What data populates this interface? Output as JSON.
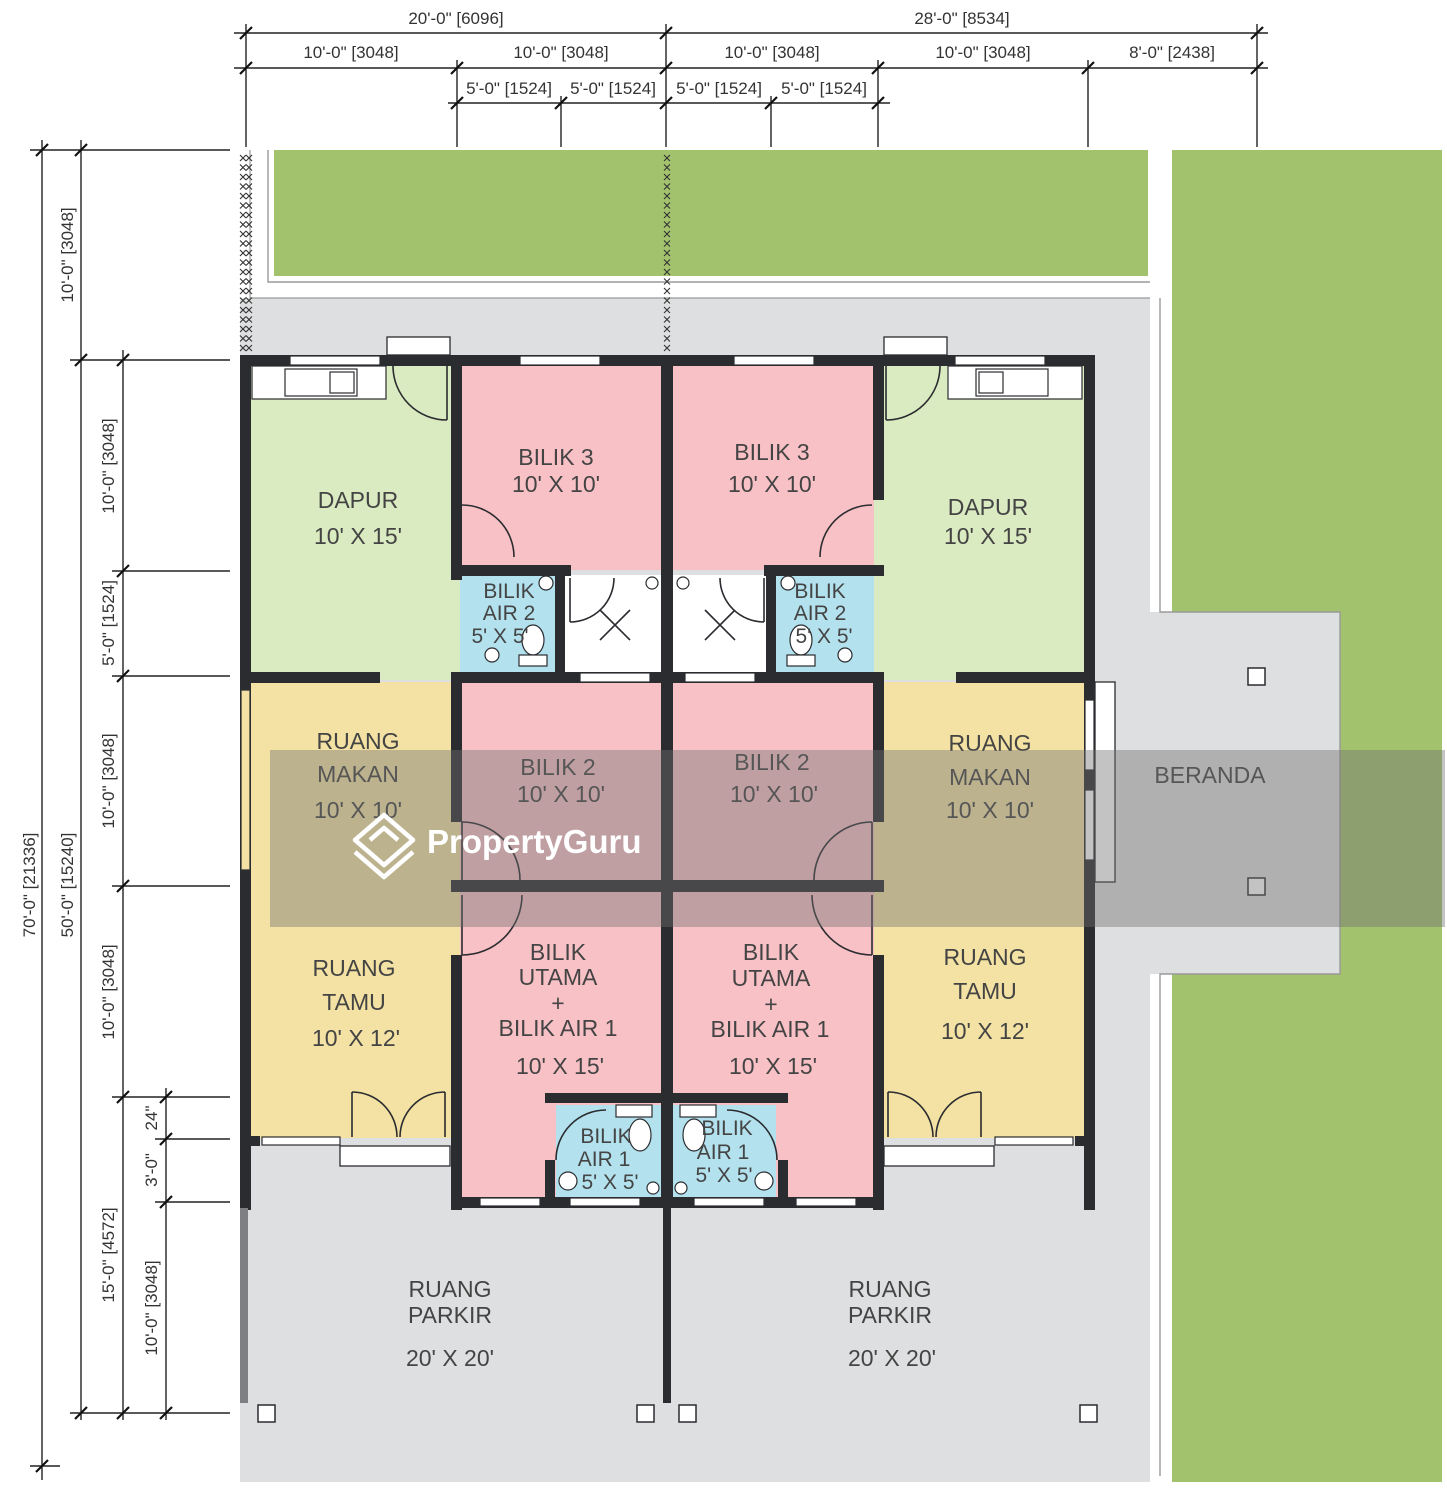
{
  "dimensions": {
    "top_row1": [
      "20'-0\" [6096]",
      "28'-0\" [8534]"
    ],
    "top_row2": [
      "10'-0\" [3048]",
      "10'-0\" [3048]",
      "10'-0\" [3048]",
      "10'-0\" [3048]",
      "8'-0\" [2438]"
    ],
    "top_row3": [
      "5'-0\" [1524]",
      "5'-0\" [1524]",
      "5'-0\" [1524]",
      "5'-0\" [1524]"
    ],
    "left_total": "70'-0\" [21336]",
    "left_house": "50'-0\" [15240]",
    "left_garden": "10'-0\" [3048]",
    "left_parts": [
      "10'-0\" [3048]",
      "5'-0\" [1524]",
      "10'-0\" [3048]",
      "10'-0\" [3048]",
      "15'-0\" [4572]"
    ],
    "left_small": [
      "24\"",
      "3'-0\"",
      "10'-0\" [3048]"
    ]
  },
  "rooms": {
    "dapur_left": [
      "DAPUR",
      "10' X 15'"
    ],
    "dapur_right": [
      "DAPUR",
      "10' X 15'"
    ],
    "bilik3_left": [
      "BILIK 3",
      "10' X 10'"
    ],
    "bilik3_right": [
      "BILIK 3",
      "10' X 10'"
    ],
    "bilikair2_left": [
      "BILIK",
      "AIR 2",
      "5' X 5'"
    ],
    "bilikair2_right": [
      "BILIK",
      "AIR 2",
      "5' X 5'"
    ],
    "makan_left": [
      "RUANG",
      "MAKAN",
      "10' X 10'"
    ],
    "makan_right": [
      "RUANG",
      "MAKAN",
      "10' X 10'"
    ],
    "bilik2_left": [
      "BILIK 2",
      "10' X 10'"
    ],
    "bilik2_right": [
      "BILIK 2",
      "10' X 10'"
    ],
    "tamu_left": [
      "RUANG",
      "TAMU",
      "10' X 12'"
    ],
    "tamu_right": [
      "RUANG",
      "TAMU",
      "10' X 12'"
    ],
    "utama_left": [
      "BILIK",
      "UTAMA",
      "+",
      "BILIK AIR 1",
      "10' X 15'"
    ],
    "utama_right": [
      "BILIK",
      "UTAMA",
      "+",
      "BILIK AIR 1",
      "10' X 15'"
    ],
    "bilikair1_left": [
      "BILIK",
      "AIR 1",
      "5' X 5'"
    ],
    "bilikair1_right": [
      "BILIK",
      "AIR 1",
      "5' X 5'"
    ],
    "parkir_left": [
      "RUANG",
      "PARKIR",
      "20' X 20'"
    ],
    "parkir_right": [
      "RUANG",
      "PARKIR",
      "20' X 20'"
    ],
    "beranda": "BERANDA"
  },
  "watermark": "PropertyGuru",
  "colors": {
    "bedroom": "#f8c1c6",
    "kitchen": "#daeac1",
    "living": "#f3e2a3",
    "bathroom": "#b3e2ee",
    "lawn": "#a2c26d",
    "paving": "#dedfe0",
    "wall": "#2b2c30"
  }
}
